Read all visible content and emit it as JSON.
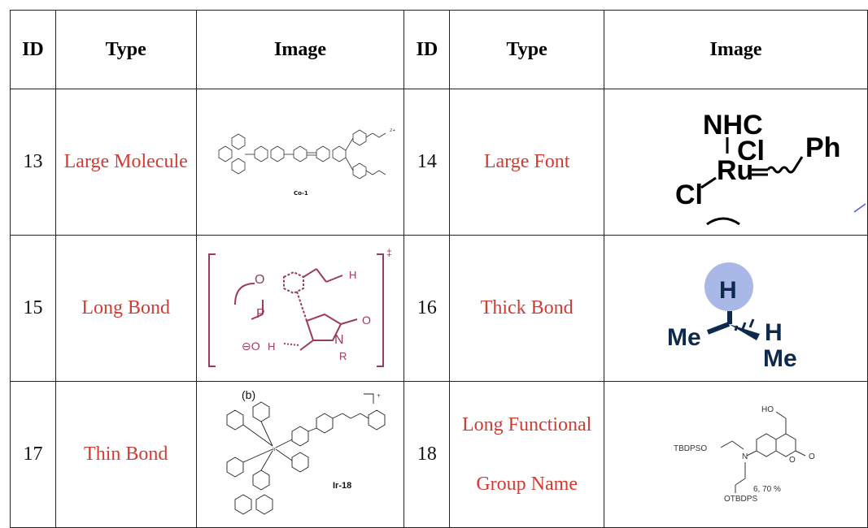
{
  "headers": [
    "ID",
    "Type",
    "Image",
    "ID",
    "Type",
    "Image"
  ],
  "rows": [
    {
      "left": {
        "id": "13",
        "type": "Large Molecule",
        "img_label": "Co-1"
      },
      "right": {
        "id": "14",
        "type": "Large Font",
        "img_atoms": {
          "nhc": "NHC",
          "cl1": "Cl",
          "ru": "Ru",
          "ph": "Ph",
          "cl2": "Cl"
        }
      }
    },
    {
      "left": {
        "id": "15",
        "type": "Long Bond",
        "img_atoms": {
          "p": "P",
          "o": "O",
          "n": "N",
          "r": "R",
          "h": "H"
        }
      },
      "right": {
        "id": "16",
        "type": "Thick Bond",
        "img_atoms": {
          "h_top": "H",
          "me_left": "Me",
          "h_right": "H",
          "me_right": "Me"
        }
      }
    },
    {
      "left": {
        "id": "17",
        "type": "Thin Bond",
        "img_label": "Ir-18",
        "img_tag": "(b)"
      },
      "right": {
        "id": "18",
        "type_line1": "Long Functional",
        "type_line2": "Group Name",
        "img_atoms": {
          "ho": "HO",
          "tbdpso": "TBDPSO",
          "n": "N",
          "o1": "O",
          "o2": "O",
          "otbdps": "OTBDPS",
          "yield": "6, 70 %"
        }
      }
    }
  ],
  "colors": {
    "type_text": "#d33a31",
    "border": "#222222",
    "bond_highlight": "#a9b8e6",
    "tbs_text": "#333333",
    "maroon": "#9b3b5f",
    "navy": "#0d2a4d"
  }
}
